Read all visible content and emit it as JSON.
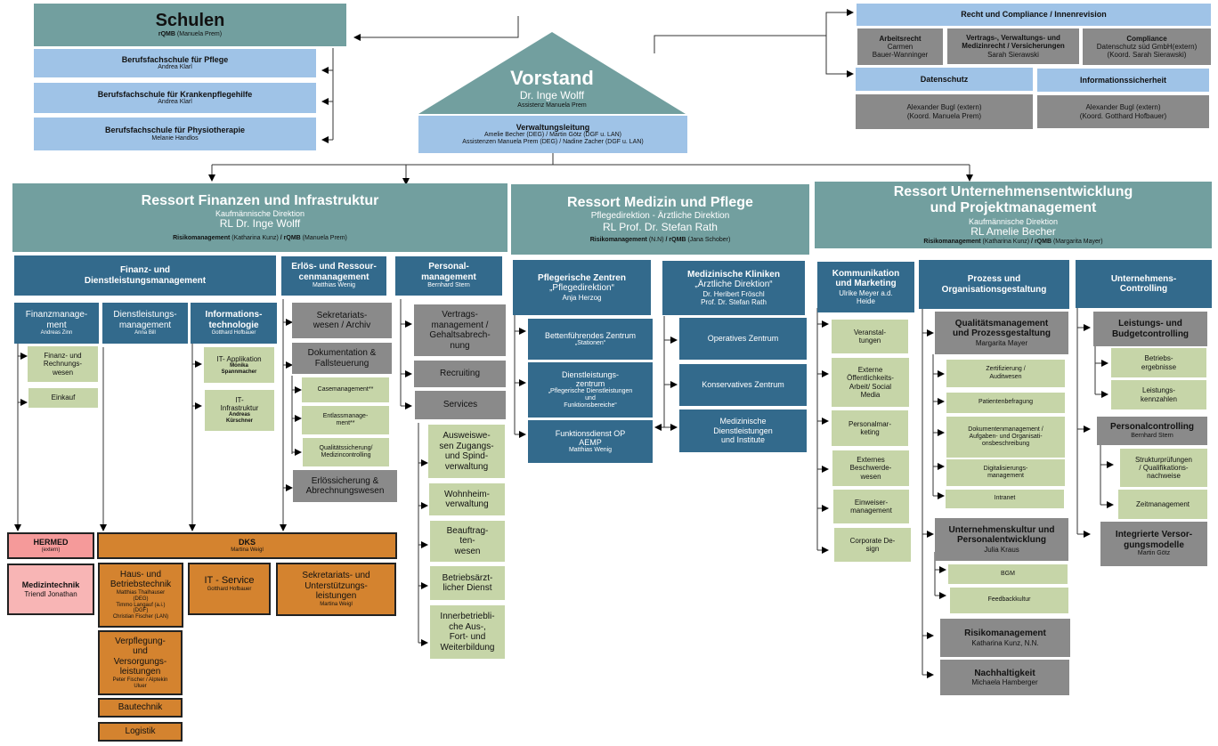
{
  "colors": {
    "ressort_header": "#729f9f",
    "staff_unit": "#9fc3e7",
    "department": "#336a8c",
    "sub_unit_grey": "#8a8a8a",
    "team_green": "#c6d5a8",
    "subsidiary_orange": "#d4832f",
    "external_pink": "#f59a9a"
  },
  "schulen": {
    "title": "Schulen",
    "sub_bold": "rQMB",
    "sub": "(Manuela Prem)",
    "items": [
      {
        "title": "Berufsfachschule für Pflege",
        "person": "Andrea Klarl"
      },
      {
        "title": "Berufsfachschule für Krankenpflegehilfe",
        "person": "Andrea Klarl"
      },
      {
        "title": "Berufsfachschule für Physiotherapie",
        "person": "Melanie Handlos"
      }
    ]
  },
  "vorstand": {
    "title": "Vorstand",
    "person": "Dr. Inge Wolff",
    "assistant": "Assistenz Manuela Prem",
    "verwaltung": {
      "title": "Verwaltungsleitung",
      "line1": "Amelie Becher (DEG) / Martin Götz (DGF u. LAN)",
      "line2": "Assistenzen Manuela Prem (DEG) / Nadine Zacher (DGF u. LAN)"
    }
  },
  "recht": {
    "title": "Recht und Compliance / Innenrevision",
    "items": [
      {
        "title": "Arbeitsrecht",
        "line1": "Carmen",
        "line2": "Bauer-Wanninger"
      },
      {
        "title": "Vertrags-, Verwaltungs- und",
        "title2": "Medizinrecht / Versicherungen",
        "line1": "Sarah Sierawski"
      },
      {
        "title": "Compliance",
        "line1": "Datenschutz süd GmbH(extern)",
        "line2": "(Koord. Sarah Sierawski)"
      }
    ],
    "datenschutz": {
      "title": "Datenschutz",
      "line1": "Alexander Bugl (extern)",
      "line2": "(Koord. Manuela Prem)"
    },
    "infosec": {
      "title": "Informationssicherheit",
      "line1": "Alexander Bugl (extern)",
      "line2": "(Koord. Gotthard Hofbauer)"
    }
  },
  "ressort_finanzen": {
    "title": "Ressort Finanzen und Infrastruktur",
    "sub1": "Kaufmännische Direktion",
    "sub2": "RL Dr. Inge Wolff",
    "risk_label": "Risikomanagement",
    "risk_person": "(Katharina Kunz)",
    "sep": "/",
    "rqmb_label": "rQMB",
    "rqmb_person": "(Manuela Prem)",
    "dept_fdm": {
      "line1": "Finanz- und",
      "line2": "Dienstleistungsmanagement"
    },
    "dept_erloes": {
      "line1": "Erlös- und Ressour-",
      "line2": "cenmanagement",
      "person": "Matthias Wenig"
    },
    "dept_personal": {
      "line1": "Personal-",
      "line2": "management",
      "person": "Bernhard Stern"
    },
    "finanzmanagement": {
      "line1": "Finanzmanage-",
      "line2": "ment",
      "person": "Andreas Zinn"
    },
    "dienstleistung": {
      "line1": "Dienstleistungs-",
      "line2": "management",
      "person": "Anna Bill"
    },
    "it": {
      "line1": "Informations-",
      "line2": "technologie",
      "person": "Gotthard Hofbauer"
    },
    "fin_items": [
      {
        "line1": "Finanz- und",
        "line2": "Rechnungs-",
        "line3": "wesen"
      },
      {
        "line1": "Einkauf"
      }
    ],
    "it_items": [
      {
        "title": "IT- Applikation",
        "p1": "Monika",
        "p2": "Spannmacher"
      },
      {
        "title": "IT-",
        "title2": "Infrastruktur",
        "p1": "Andreas",
        "p2": "Kürschner"
      }
    ],
    "erloes_items": [
      {
        "line1": "Sekretariats-",
        "line2": "wesen / Archiv"
      },
      {
        "line1": "Dokumentation &",
        "line2": "Fallsteuerung"
      },
      {
        "line1": "Erlössicherung &",
        "line2": "Abrechnungswesen"
      }
    ],
    "doku_items": [
      {
        "line1": "Casemanagement**"
      },
      {
        "line1": "Entlassmanage-",
        "line2": "ment**"
      },
      {
        "line1": "Qualitätssicherung/",
        "line2": "Medizincontrolling"
      }
    ],
    "personal_items": [
      {
        "line1": "Vertrags-",
        "line2": "management /",
        "line3": "Gehaltsabrech-",
        "line4": "nung"
      },
      {
        "line1": "Recruiting"
      },
      {
        "line1": "Services"
      }
    ],
    "services_items": [
      {
        "line1": "Ausweiswe-",
        "line2": "sen Zugangs-",
        "line3": "und Spind-",
        "line4": "verwaltung"
      },
      {
        "line1": "Wohnheim-",
        "line2": "verwaltung"
      },
      {
        "line1": "Beauftrag-",
        "line2": "ten-",
        "line3": "wesen"
      },
      {
        "line1": "Betriebsärzt-",
        "line2": "licher Dienst"
      },
      {
        "line1": "Innerbetriebli-",
        "line2": "che Aus-,",
        "line3": "Fort- und",
        "line4": "Weiterbildung"
      }
    ]
  },
  "subsidiaries": {
    "hermed": {
      "title": "HERMED",
      "sub": "(extern)"
    },
    "medizintechnik": {
      "title": "Medizintechnik",
      "person": "Triendl Jonathan"
    },
    "dks": {
      "title": "DKS",
      "person": "Martina Weigl"
    },
    "haus": {
      "line1": "Haus- und",
      "line2": "Betriebstechnik",
      "p1": "Matthias Thalhauser",
      "p2": "(DEG)",
      "p3": "Timmo Langauf (a.i.)",
      "p4": "(DGF)",
      "p5": "Christian Fischer (LAN)"
    },
    "itservice": {
      "title": "IT - Service",
      "person": "Gotthard Hofbauer"
    },
    "sekretariat": {
      "line1": "Sekretariats- und",
      "line2": "Unterstützungs-",
      "line3": "leistungen",
      "person": "Martina Weigl"
    },
    "verpflegung": {
      "line1": "Verpflegung-",
      "line2": "und",
      "line3": "Versorgungs-",
      "line4": "leistungen",
      "p1": "Peter Fischer / Alptekin",
      "p2": "Uluer"
    },
    "bautechnik": {
      "title": "Bautechnik"
    },
    "logistik": {
      "title": "Logistik"
    }
  },
  "ressort_medizin": {
    "title": "Ressort Medizin und Pflege",
    "sub1": "Pflegedirektion - Ärztliche Direktion",
    "sub2": "RL Prof. Dr. Stefan Rath",
    "risk_label": "Risikomanagement",
    "risk_person": "(N.N)",
    "sep": "/",
    "rqmb_label": "rQMB",
    "rqmb_person": "(Jana Schober)",
    "pflege": {
      "title": "Pflegerische Zentren",
      "sub": "„Pflegedirektion“",
      "person": "Anja Herzog"
    },
    "kliniken": {
      "title": "Medizinische Kliniken",
      "sub": "„Ärztliche Direktion“",
      "p1": "Dr. Heribert Fröschl",
      "p2": "Prof. Dr. Stefan Rath"
    },
    "pflege_items": [
      {
        "line1": "Bettenführendes Zentrum",
        "small": "„Stationen“"
      },
      {
        "line1": "Dienstleistungs-",
        "line2": "zentrum",
        "small1": "„Pflegerische Dienstleistungen",
        "small2": "und",
        "small3": "Funktionsbereiche“"
      },
      {
        "line1": "Funktionsdienst OP",
        "line2": "AEMP",
        "small": "Matthias Wenig"
      }
    ],
    "kliniken_items": [
      {
        "line1": "Operatives Zentrum"
      },
      {
        "line1": "Konservatives Zentrum"
      },
      {
        "line1": "Medizinische",
        "line2": "Dienstleistungen",
        "line3": "und Institute"
      }
    ]
  },
  "ressort_ue": {
    "title1": "Ressort Unternehmensentwicklung",
    "title2": "und Projektmanagement",
    "sub1": "Kaufmännische Direktion",
    "sub2": "RL Amelie Becher",
    "risk_label": "Risikomanagement",
    "risk_person": "(Katharina Kunz)",
    "sep": "/",
    "rqmb_label": "rQMB",
    "rqmb_person": "(Margarita Mayer)",
    "kommunikation": {
      "line1": "Kommunikation",
      "line2": "und Marketing",
      "p1": "Ulrike Meyer a.d.",
      "p2": "Heide"
    },
    "prozess": {
      "line1": "Prozess und",
      "line2": "Organisationsgestaltung"
    },
    "controlling": {
      "line1": "Unternehmens-",
      "line2": "Controlling"
    },
    "komm_items": [
      {
        "line1": "Veranstal-",
        "line2": "tungen"
      },
      {
        "line1": "Externe",
        "line2": "Öffentlichkeits-",
        "line3": "Arbeit/ Social",
        "line4": "Media"
      },
      {
        "line1": "Personalmar-",
        "line2": "keting"
      },
      {
        "line1": "Externes",
        "line2": "Beschwerde-",
        "line3": "wesen"
      },
      {
        "line1": "Einweiser-",
        "line2": "management"
      },
      {
        "line1": "Corporate De-",
        "line2": "sign"
      }
    ],
    "qm": {
      "line1": "Qualitätsmanagement",
      "line2": "und Prozessgestaltung",
      "person": "Margarita Mayer"
    },
    "qm_items": [
      {
        "line1": "Zertifizierung /",
        "line2": "Auditwesen"
      },
      {
        "line1": "Patientenbefragung"
      },
      {
        "line1": "Dokumentenmanagement /",
        "line2": "Aufgaben- und Organisati-",
        "line3": "onsbeschreibung"
      },
      {
        "line1": "Digitalisierungs-",
        "line2": "management"
      },
      {
        "line1": "Intranet"
      }
    ],
    "kultur": {
      "line1": "Unternehmenskultur und",
      "line2": "Personalentwicklung",
      "person": "Julia Kraus"
    },
    "kultur_items": [
      {
        "line1": "BGM"
      },
      {
        "line1": "Feedbackkultur"
      }
    ],
    "risiko": {
      "title": "Risikomanagement",
      "person": "Katharina Kunz, N.N."
    },
    "nachhaltigkeit": {
      "title": "Nachhaltigkeit",
      "person": "Michaela Hamberger"
    },
    "leistung": {
      "line1": "Leistungs- und",
      "line2": "Budgetcontrolling"
    },
    "leistung_items": [
      {
        "line1": "Betriebs-",
        "line2": "ergebnisse"
      },
      {
        "line1": "Leistungs-",
        "line2": "kennzahlen"
      }
    ],
    "personalcontrolling": {
      "title": "Personalcontrolling",
      "person": "Bernhard Stern"
    },
    "pc_items": [
      {
        "line1": "Strukturprüfungen",
        "line2": "/ Qualifikations-",
        "line3": "nachweise"
      },
      {
        "line1": "Zeitmanagement"
      }
    ],
    "integriert": {
      "line1": "Integrierte Versor-",
      "line2": "gungsmodelle",
      "person": "Martin Götz"
    }
  }
}
